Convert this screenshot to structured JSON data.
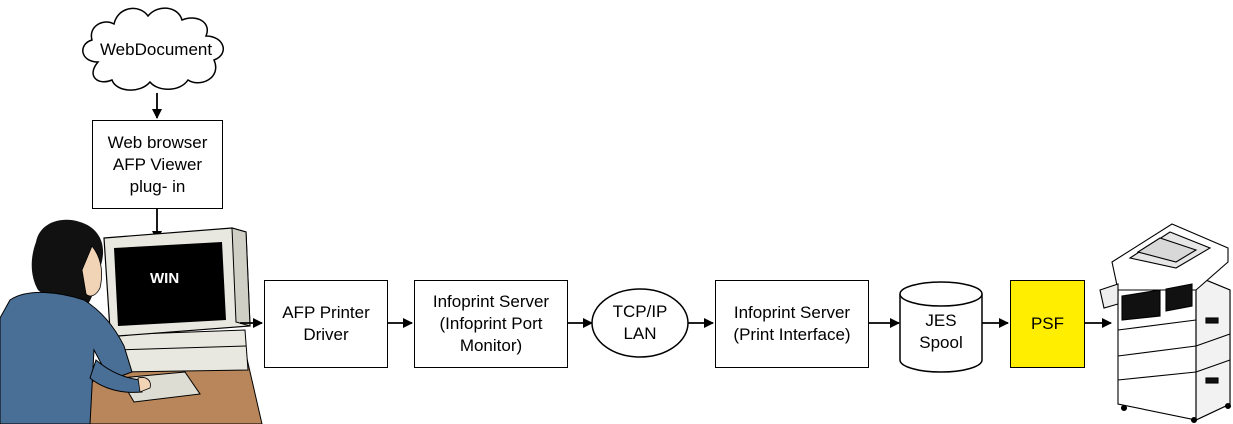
{
  "nodes": {
    "web_document": [
      "Web",
      "Document"
    ],
    "browser": [
      "Web browser",
      "AFP Viewer",
      "plug- in"
    ],
    "monitor_label": "WIN",
    "afp_driver": [
      "AFP Printer",
      "Driver"
    ],
    "port_monitor": [
      "Infoprint Server",
      "(Infoprint Port",
      "Monitor)"
    ],
    "tcpip": [
      "TCP/IP",
      "LAN"
    ],
    "print_interface": [
      "Infoprint Server",
      "(Print Interface)"
    ],
    "jes": [
      "JES",
      "Spool"
    ],
    "psf": "PSF"
  },
  "colors": {
    "psf_fill": "#ffee00",
    "figure_hair": "#111111",
    "figure_shirt": "#4a6f96",
    "desk": "#b8865a",
    "computer": "#e8e8e0",
    "screen": "#000000"
  },
  "icons": [
    "cloud-shape",
    "person-at-computer-illustration",
    "printer-illustration"
  ]
}
